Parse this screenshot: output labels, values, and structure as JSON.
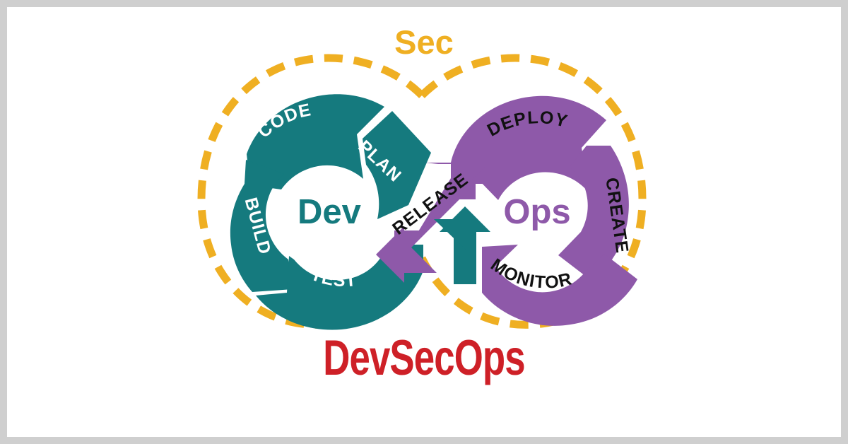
{
  "figure": {
    "title": "DevSecOps",
    "security_ring_label": "Sec",
    "dev_center_label": "Dev",
    "ops_center_label": "Ops"
  },
  "colors": {
    "dev_teal": "#157A7E",
    "ops_purple": "#8E59A9",
    "sec_gold": "#EFAF22",
    "title_red": "#CE2027",
    "background": "#FFFFFF",
    "frame_gray": "#CFCFCF",
    "dev_label_text": "#FFFFFF",
    "ops_label_text": "#111111"
  },
  "dev_loop": {
    "name": "Dev",
    "color": "#157A7E",
    "center_label": "Dev",
    "stages": [
      {
        "label": "CODE",
        "order": 1
      },
      {
        "label": "PLAN",
        "order": 2
      },
      {
        "label": "BUILD",
        "order": 3
      },
      {
        "label": "TEST",
        "order": 4
      }
    ]
  },
  "ops_loop": {
    "name": "Ops",
    "color": "#8E59A9",
    "center_label": "Ops",
    "stages": [
      {
        "label": "DEPLOY",
        "order": 1
      },
      {
        "label": "CREATE",
        "order": 2
      },
      {
        "label": "MONITOR",
        "order": 3
      }
    ]
  },
  "connector": {
    "label": "RELEASE",
    "color": "#8E59A9",
    "feedback_arrow_color": "#157A7E"
  },
  "security_ring": {
    "label": "Sec",
    "color": "#EFAF22",
    "style": "dashed"
  },
  "chart_data": {
    "type": "diagram",
    "title": "DevSecOps",
    "subtype": "infinity-loop",
    "loops": [
      {
        "name": "Dev",
        "color": "#157A7E",
        "stages": [
          "CODE",
          "PLAN",
          "BUILD",
          "TEST"
        ]
      },
      {
        "name": "Ops",
        "color": "#8E59A9",
        "stages": [
          "DEPLOY",
          "CREATE",
          "MONITOR"
        ]
      }
    ],
    "connector": "RELEASE",
    "outer_ring": "Sec",
    "annotations": [
      "Sec",
      "Dev",
      "Ops",
      "DevSecOps"
    ]
  }
}
